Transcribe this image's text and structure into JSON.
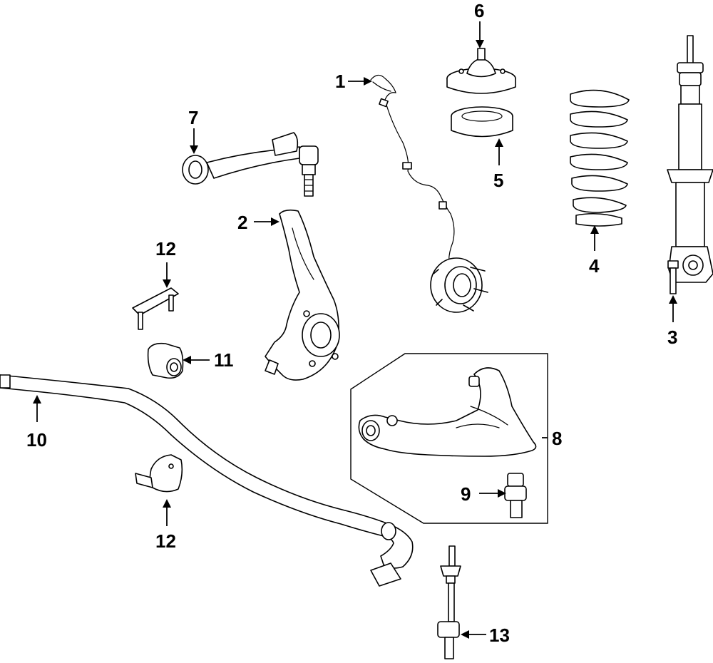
{
  "callouts": [
    {
      "id": "1",
      "label": "1",
      "part": "abs-sensor"
    },
    {
      "id": "2",
      "label": "2",
      "part": "steering-knuckle"
    },
    {
      "id": "3",
      "label": "3",
      "part": "shock-absorber"
    },
    {
      "id": "4",
      "label": "4",
      "part": "coil-spring"
    },
    {
      "id": "5",
      "label": "5",
      "part": "spring-insulator"
    },
    {
      "id": "6",
      "label": "6",
      "part": "strut-mount"
    },
    {
      "id": "7",
      "label": "7",
      "part": "upper-control-arm"
    },
    {
      "id": "8",
      "label": "8",
      "part": "lower-control-arm"
    },
    {
      "id": "9",
      "label": "9",
      "part": "ball-joint"
    },
    {
      "id": "10",
      "label": "10",
      "part": "stabilizer-bar"
    },
    {
      "id": "11",
      "label": "11",
      "part": "stabilizer-bushing"
    },
    {
      "id": "12a",
      "label": "12",
      "part": "bushing-bracket-upper"
    },
    {
      "id": "12b",
      "label": "12",
      "part": "bushing-bracket-lower"
    },
    {
      "id": "13",
      "label": "13",
      "part": "stabilizer-link"
    }
  ],
  "colors": {
    "line": "#000000",
    "background": "#ffffff",
    "shade": "#cfcfcf"
  }
}
